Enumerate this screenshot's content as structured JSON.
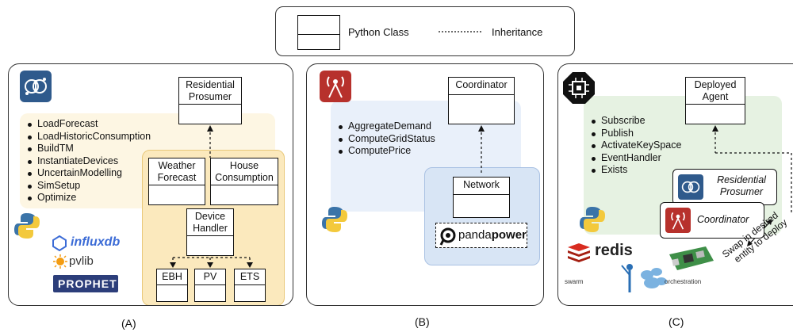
{
  "legend": {
    "class_label": "Python Class",
    "inheritance_label": "Inheritance"
  },
  "panels": {
    "a": {
      "label": "(A)",
      "top_class": "Residential Prosumer",
      "methods": [
        "LoadForecast",
        "LoadHistoricConsumption",
        "BuildTM",
        "InstantiateDevices",
        "UncertainModelling",
        "SimSetup",
        "Optimize"
      ],
      "weather": "Weather Forecast",
      "house": "House Consumption",
      "device": "Device Handler",
      "devices": [
        "EBH",
        "PV",
        "ETS"
      ],
      "logos": {
        "influxdb": "influxdb",
        "pvlib": "pvlib",
        "prophet": "PROPHET"
      }
    },
    "b": {
      "label": "(B)",
      "top_class": "Coordinator",
      "methods": [
        "AggregateDemand",
        "ComputeGridStatus",
        "ComputePrice"
      ],
      "network": "Network",
      "logo_panda": "panda",
      "logo_power": "power"
    },
    "c": {
      "label": "(C)",
      "top_class": "Deployed Agent",
      "methods": [
        "Subscribe",
        "Publish",
        "ActivateKeySpace",
        "EventHandler",
        "Exists"
      ],
      "card_prosumer": "Residential Prosumer",
      "card_coordinator": "Coordinator",
      "swap_note_1": "Swap in desired",
      "swap_note_2": "entity to deploy",
      "logo_redis": "redis",
      "logo_swarm": "swarm",
      "logo_orchestration": "orchestration"
    }
  },
  "colors": {
    "panel_a_bg": "#fdf6e3",
    "panel_a_inner": "#fbe9bd",
    "panel_b_bg": "#e9f0fa",
    "panel_b_inner": "#d8e5f5",
    "panel_c_bg": "#e6f2e2",
    "brain_icon": "#2f5a8c",
    "coord_icon": "#b7312c",
    "chip_icon": "#111111"
  }
}
